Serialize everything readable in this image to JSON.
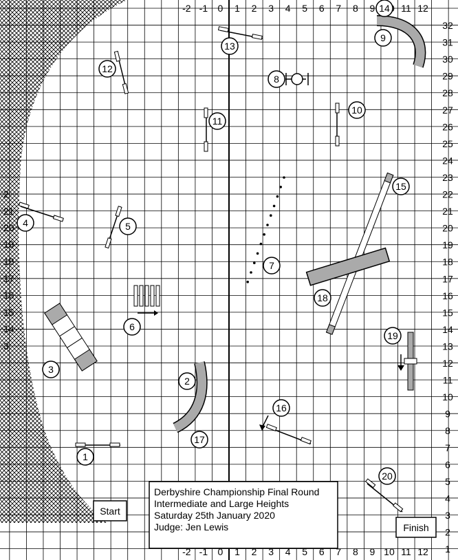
{
  "axis": {
    "top": [
      "-2",
      "-1",
      "0",
      "1",
      "2",
      "3",
      "4",
      "5",
      "6",
      "7",
      "8",
      "9",
      "10",
      "11",
      "12"
    ],
    "bottom": [
      "-2",
      "-1",
      "0",
      "1",
      "2",
      "3",
      "4",
      "5",
      "6",
      "7",
      "8",
      "9",
      "10",
      "11",
      "12"
    ],
    "right": [
      "32",
      "31",
      "30",
      "29",
      "28",
      "27",
      "26",
      "25",
      "24",
      "23",
      "22",
      "21",
      "20",
      "19",
      "18",
      "17",
      "16",
      "15",
      "14",
      "13",
      "12",
      "11",
      "10",
      "9",
      "8",
      "7",
      "6",
      "5",
      "4",
      "3",
      "2",
      "1"
    ],
    "left": [
      "2",
      "21",
      "20",
      "19",
      "18",
      "17",
      "16",
      "15",
      "14",
      "3"
    ]
  },
  "obstacles": [
    "1",
    "2",
    "3",
    "4",
    "5",
    "6",
    "7",
    "8",
    "9",
    "10",
    "11",
    "12",
    "13",
    "14",
    "15",
    "16",
    "17",
    "18",
    "19",
    "20"
  ],
  "start_label": "Start",
  "finish_label": "Finish",
  "info": {
    "line1": "Derbyshire Championship Final Round",
    "line2": "Intermediate and Large Heights",
    "line3": "Saturday 25th January 2020",
    "line4": "Judge: Jen Lewis"
  },
  "colors": {
    "tunnel": "#aaaaaa",
    "grid": "#000000",
    "hatch": "#000000"
  }
}
